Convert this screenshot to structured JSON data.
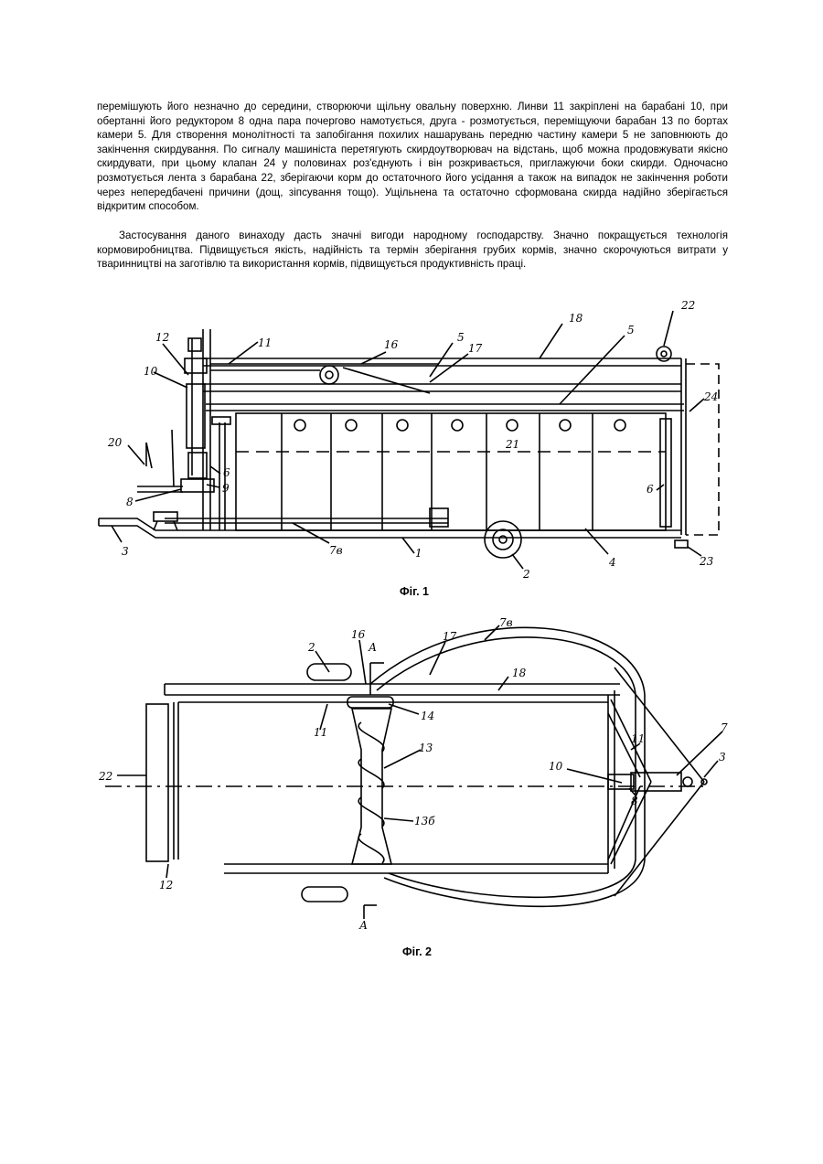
{
  "text": {
    "paragraph1": "перемішують його незначно до середини, створюючи щільну овальну поверхню. Линви 11 закріплені на барабані 10, при обертанні його редуктором 8 одна пара почергово намотується, друга - розмотується, переміщуючи барабан 13 по бортах камери 5. Для створення монолітності та запобігання похилих нашарувань передню частину камери 5 не заповнюють до закінчення скирдування. По сигналу машиніста перетягують скирдоутворювач на відстань, щоб можна продовжувати якісно скирдувати, при цьому клапан 24 у половинах роз'єднують і він розкривається, приглажуючи боки скирди. Одночасно розмотується лента з барабана 22, зберігаючи корм до остаточного його усідання а також на випадок не закінчення роботи через непередбачені причини (дощ, зіпсування тощо). Ущільнена та остаточно сформована скирда надійно зберігається відкритим способом.",
    "paragraph2": "Застосування даного винаходу дасть значні вигоди народному господарству. Значно покращується технологія кормовиробництва. Підвищується якість, надійність та термін зберігання грубих кормів, значно скорочуються витрати у тваринництві на заготівлю та використання кормів, підвищується продуктивність праці."
  },
  "figure1": {
    "caption": "Фіг. 1",
    "labels": {
      "l22": "22",
      "l18": "18",
      "l16": "16",
      "l11": "11",
      "l12": "12",
      "l5a": "5",
      "l17": "17",
      "l5b": "5",
      "l10": "10",
      "l24": "24",
      "l21": "21",
      "l20": "20",
      "l6a": "6",
      "l9": "9",
      "l6b": "6",
      "l8": "8",
      "l3": "3",
      "l7b": "7в",
      "l1": "1",
      "l2": "2",
      "l4": "4",
      "l23": "23"
    }
  },
  "figure2": {
    "caption": "Фіг. 2",
    "labels": {
      "l2": "2",
      "l16": "16",
      "lA1": "А",
      "l17": "17",
      "l7b": "7в",
      "l18": "18",
      "l11a": "11",
      "l14": "14",
      "l13": "13",
      "l22": "22",
      "l11b": "11",
      "l7": "7",
      "l10": "10",
      "l3": "3",
      "l8": "8",
      "l13b": "13б",
      "l12": "12",
      "lA2": "А"
    }
  }
}
